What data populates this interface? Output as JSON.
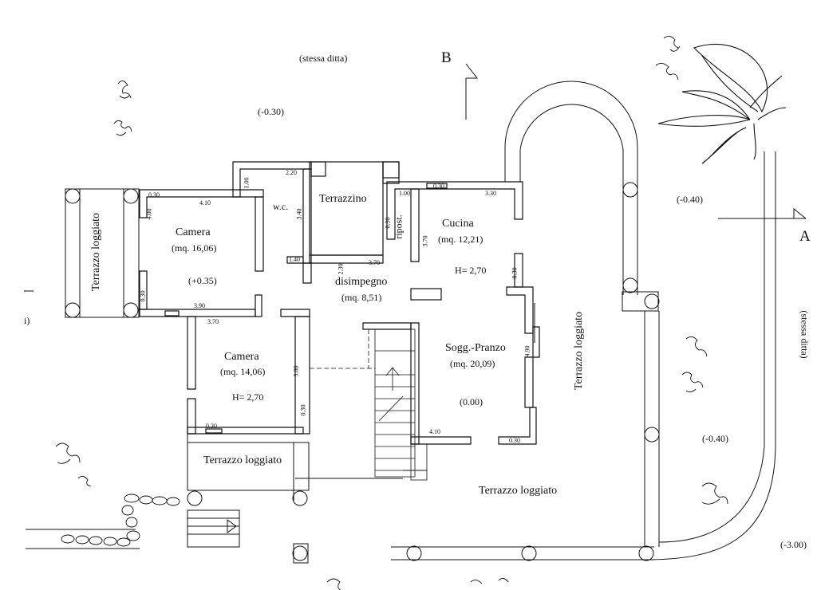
{
  "plan": {
    "rooms": {
      "camera1": {
        "name": "Camera",
        "area": "(mq. 16,06)",
        "level": "(+0.35)"
      },
      "camera2": {
        "name": "Camera",
        "area": "(mq. 14,06)",
        "height": "H= 2,70"
      },
      "wc": {
        "name": "w.c."
      },
      "terrazzino": {
        "name": "Terrazzino"
      },
      "ripost": {
        "name": "ripost."
      },
      "cucina": {
        "name": "Cucina",
        "area": "(mq. 12,21)",
        "height": "H= 2,70"
      },
      "disimpegno": {
        "name": "disimpegno",
        "area": "(mq. 8,51)"
      },
      "soggiorno": {
        "name": "Sogg.-Pranzo",
        "area": "(mq. 20,09)",
        "level": "(0.00)"
      }
    },
    "terraces": {
      "left": "Terrazzo loggiato",
      "bottom_left": "Terrazzo loggiato",
      "bottom": "Terrazzo loggiato",
      "right": "Terrazzo loggiato"
    },
    "levels": {
      "top": "(-0.30)",
      "right_top": "(-0.40)",
      "right_mid": "(-0.40)",
      "right_bottom": "(-3.00)"
    },
    "neighbors": {
      "top": "(stessa ditta)",
      "right": "(stessa ditta)"
    },
    "section_marks": {
      "b": "B",
      "a": "A"
    },
    "dimensions": {
      "d_030_a": "0.30",
      "d_410_a": "4.10",
      "d_400": "4.00",
      "d_100_a": "1.00",
      "d_220": "2.20",
      "d_340": "3.40",
      "d_140": "1.40",
      "d_030_b": "0.30",
      "d_390": "3.90",
      "d_370_a": "3.70",
      "d_380": "3.80",
      "d_030_c": "0.30",
      "d_030_d": "0.30",
      "d_230": "2.30",
      "d_370_b": "3.70",
      "d_030_e": "0.30",
      "d_100_b": "1.00",
      "d_030_f": "0.30",
      "d_330": "3.30",
      "d_370_c": "3.70",
      "d_030_g": "0.30",
      "d_490": "4.90",
      "d_410_b": "4.10",
      "d_030_h": "0.30"
    },
    "edge_mark": "i)"
  }
}
